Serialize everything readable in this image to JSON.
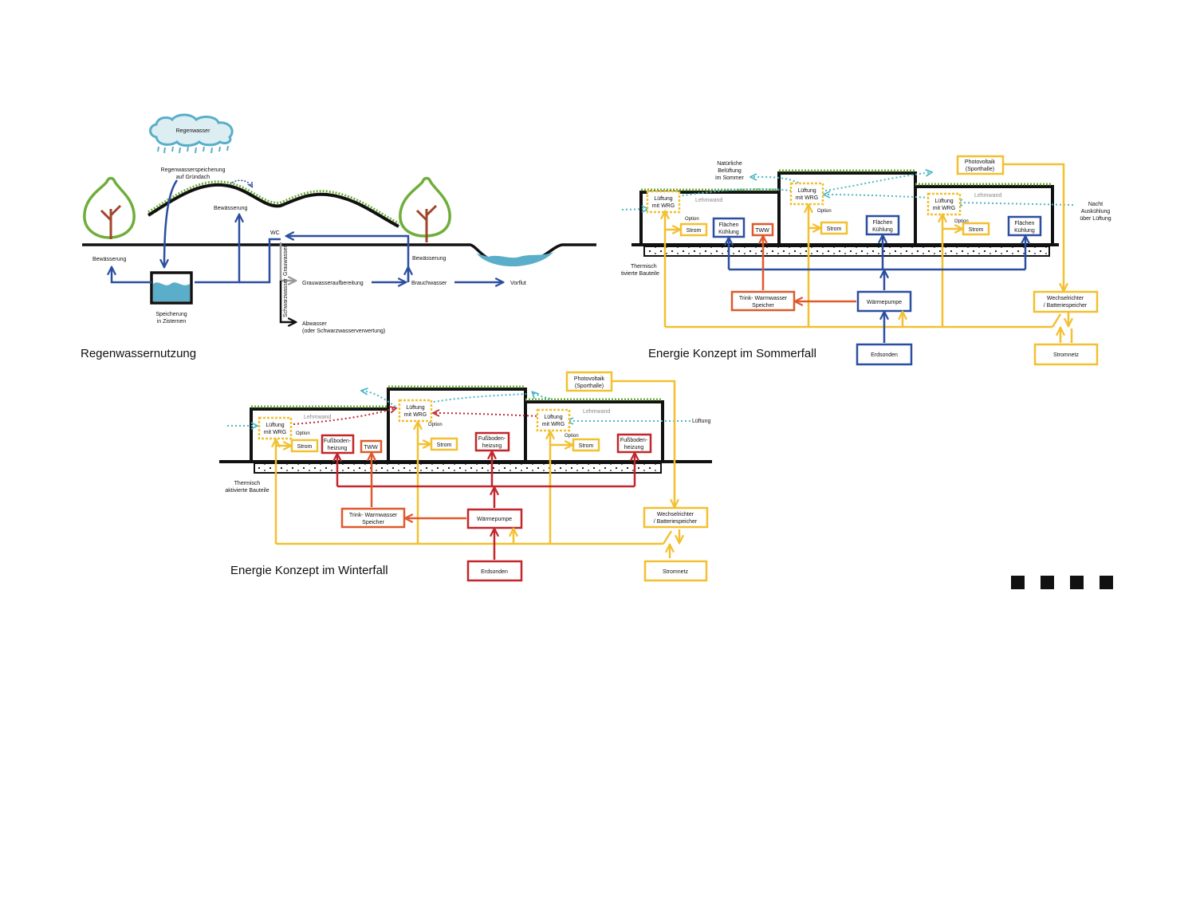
{
  "colors": {
    "blue": "#2b4fa0",
    "yellow": "#f2c030",
    "red": "#c3262a",
    "orange": "#de5a2d",
    "green": "#6fae3a",
    "brown": "#a0462b",
    "water": "#5aaec9",
    "cyan": "#4cb8c6",
    "black": "#111111",
    "gray": "#999999"
  },
  "rain": {
    "caption": "Regenwassernutzung",
    "cloud": "Regenwasser",
    "roof_storage": [
      "Regenwasserspeicherung",
      "auf Gründach"
    ],
    "irrigation_hill": "Bewässerung",
    "irrigation_left": "Bewässerung",
    "wc": "WC",
    "cistern": [
      "Speicherung",
      "in Zisternen"
    ],
    "grey_vertical": "Grauwasser",
    "grey_treatment": "Grauwasseraufbereitung",
    "black_vertical": "Schwarzwasser",
    "waste": [
      "Abwasser",
      "(oder Schwarzwasserverwertung)"
    ],
    "irrigation_right": "Bewässerung",
    "service_water": "Brauchwasser",
    "outfall": "Vorflut"
  },
  "summer": {
    "caption": "Energie Konzept im Sommerfall",
    "natural_vent": [
      "Natürliche",
      "Belüftung",
      "im Sommer"
    ],
    "pv": [
      "Photovoltaik",
      "(Sporthalle)"
    ],
    "night": [
      "Nacht",
      "Auskühlung",
      "über Lüftung"
    ],
    "lehmwand_1": "Lehmwand",
    "lehmwand_2": "Lehmwand",
    "vent_1": [
      "Lüftung",
      "mit WRG"
    ],
    "vent_2": [
      "Lüftung",
      "mit WRG"
    ],
    "vent_3": [
      "Lüftung",
      "mit WRG"
    ],
    "option_1": "Option",
    "option_2": "Option",
    "option_3": "Option",
    "strom_1": "Strom",
    "strom_2": "Strom",
    "strom_3": "Strom",
    "cooling_1": [
      "Flächen",
      "Kühlung"
    ],
    "cooling_2": [
      "Flächen",
      "Kühlung"
    ],
    "cooling_3": [
      "Flächen",
      "Kühlung"
    ],
    "tww": "TWW",
    "thermal": [
      "Thermisch",
      "tivierte Bauteile"
    ],
    "dhw_storage": [
      "Trink- Warmwasser",
      "Speicher"
    ],
    "heat_pump": "Wärmepumpe",
    "inverter": [
      "Wechselrichter",
      "/ Batteriespeicher"
    ],
    "boreholes": "Erdsonden",
    "grid": "Stromnetz"
  },
  "winter": {
    "caption": "Energie Konzept im Winterfall",
    "pv": [
      "Photovoltaik",
      "(Sporthalle)"
    ],
    "ventilation": "Lüftung",
    "lehmwand_1": "Lehmwand",
    "lehmwand_2": "Lehmwand",
    "vent_1": [
      "Lüftung",
      "mit WRG"
    ],
    "vent_2": [
      "Lüftung",
      "mit WRG"
    ],
    "vent_3": [
      "Lüftung",
      "mit WRG"
    ],
    "option_1": "Option",
    "option_2": "Option",
    "option_3": "Option",
    "strom_1": "Strom",
    "strom_2": "Strom",
    "strom_3": "Strom",
    "floor_heat_1": [
      "Fußboden-",
      "heizung"
    ],
    "floor_heat_2": [
      "Fußboden-",
      "heizung"
    ],
    "floor_heat_3": [
      "Fußboden-",
      "heizung"
    ],
    "tww": "TWW",
    "thermal": [
      "Thermisch",
      "aktivierte Bauteile"
    ],
    "dhw_storage": [
      "Trink- Warmwasser",
      "Speicher"
    ],
    "heat_pump": "Wärmepumpe",
    "inverter": [
      "Wechselrichter",
      "/ Batteriespeicher"
    ],
    "boreholes": "Erdsonden",
    "grid": "Stromnetz"
  }
}
